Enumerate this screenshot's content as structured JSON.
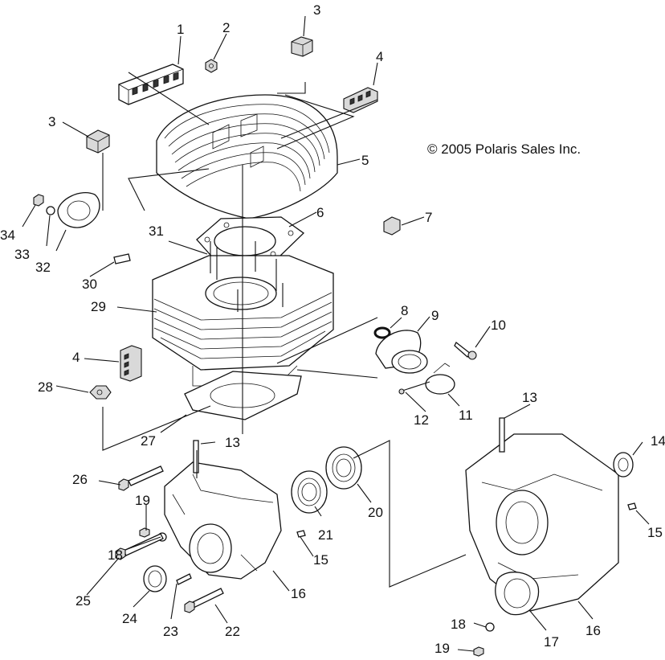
{
  "copyright": "© 2005 Polaris Sales Inc.",
  "callouts": [
    {
      "id": "c1",
      "text": "1"
    },
    {
      "id": "c2",
      "text": "2"
    },
    {
      "id": "c3a",
      "text": "3"
    },
    {
      "id": "c3b",
      "text": "3"
    },
    {
      "id": "c4a",
      "text": "4"
    },
    {
      "id": "c4b",
      "text": "4"
    },
    {
      "id": "c5",
      "text": "5"
    },
    {
      "id": "c6",
      "text": "6"
    },
    {
      "id": "c7",
      "text": "7"
    },
    {
      "id": "c8",
      "text": "8"
    },
    {
      "id": "c9",
      "text": "9"
    },
    {
      "id": "c10",
      "text": "10"
    },
    {
      "id": "c11",
      "text": "11"
    },
    {
      "id": "c12",
      "text": "12"
    },
    {
      "id": "c13a",
      "text": "13"
    },
    {
      "id": "c13b",
      "text": "13"
    },
    {
      "id": "c14",
      "text": "14"
    },
    {
      "id": "c15a",
      "text": "15"
    },
    {
      "id": "c15b",
      "text": "15"
    },
    {
      "id": "c16a",
      "text": "16"
    },
    {
      "id": "c16b",
      "text": "16"
    },
    {
      "id": "c17",
      "text": "17"
    },
    {
      "id": "c18a",
      "text": "18"
    },
    {
      "id": "c18b",
      "text": "18"
    },
    {
      "id": "c19a",
      "text": "19"
    },
    {
      "id": "c19b",
      "text": "19"
    },
    {
      "id": "c20",
      "text": "20"
    },
    {
      "id": "c21",
      "text": "21"
    },
    {
      "id": "c22",
      "text": "22"
    },
    {
      "id": "c23",
      "text": "23"
    },
    {
      "id": "c24",
      "text": "24"
    },
    {
      "id": "c25",
      "text": "25"
    },
    {
      "id": "c26",
      "text": "26"
    },
    {
      "id": "c27",
      "text": "27"
    },
    {
      "id": "c28",
      "text": "28"
    },
    {
      "id": "c29",
      "text": "29"
    },
    {
      "id": "c30",
      "text": "30"
    },
    {
      "id": "c31",
      "text": "31"
    },
    {
      "id": "c32",
      "text": "32"
    },
    {
      "id": "c33",
      "text": "33"
    },
    {
      "id": "c34",
      "text": "34"
    }
  ]
}
